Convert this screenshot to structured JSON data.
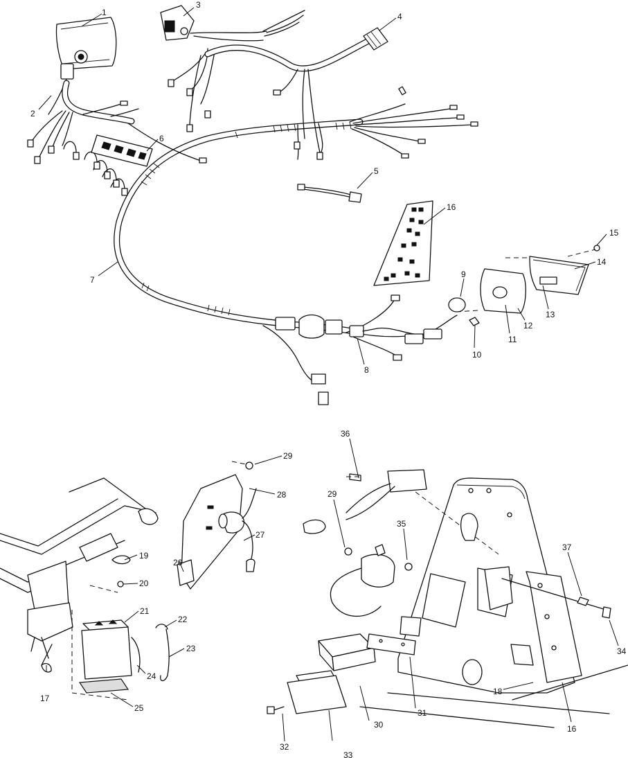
{
  "callouts": {
    "c1": "1",
    "c2": "2",
    "c3": "3",
    "c4": "4",
    "c5": "5",
    "c6": "6",
    "c7": "7",
    "c8": "8",
    "c9": "9",
    "c10": "10",
    "c11": "11",
    "c12": "12",
    "c13": "13",
    "c14": "14",
    "c15": "15",
    "c16a": "16",
    "c16b": "16",
    "c17": "17",
    "c18": "18",
    "c19": "19",
    "c20": "20",
    "c21": "21",
    "c22": "22",
    "c23": "23",
    "c24": "24",
    "c25": "25",
    "c26": "26",
    "c27": "27",
    "c28": "28",
    "c29a": "29",
    "c29b": "29",
    "c30": "30",
    "c31": "31",
    "c32": "32",
    "c33": "33",
    "c34": "34",
    "c35": "35",
    "c36": "36",
    "c37": "37"
  }
}
